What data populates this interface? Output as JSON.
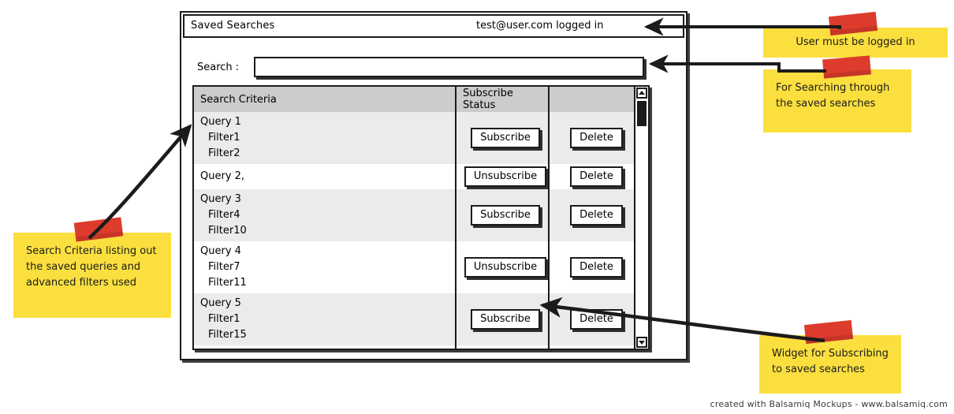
{
  "window": {
    "title": "Saved Searches",
    "login_status": "test@user.com logged in"
  },
  "search": {
    "label": "Search :",
    "value": "",
    "placeholder": ""
  },
  "table": {
    "columns": [
      "Search Criteria",
      "Subscribe Status",
      ""
    ],
    "rows": [
      {
        "query": "Query 1",
        "filters": [
          "Filter1",
          "Filter2"
        ],
        "subscribe_label": "Subscribe",
        "delete_label": "Delete",
        "shaded": true
      },
      {
        "query": "Query 2,",
        "filters": [],
        "subscribe_label": "Unsubscribe",
        "delete_label": "Delete",
        "shaded": false
      },
      {
        "query": "Query 3",
        "filters": [
          "Filter4",
          "Filter10"
        ],
        "subscribe_label": "Subscribe",
        "delete_label": "Delete",
        "shaded": true
      },
      {
        "query": "Query 4",
        "filters": [
          "Filter7",
          "Filter11"
        ],
        "subscribe_label": "Unsubscribe",
        "delete_label": "Delete",
        "shaded": false
      },
      {
        "query": "Query 5",
        "filters": [
          "Filter1",
          "Filter15"
        ],
        "subscribe_label": "Subscribe",
        "delete_label": "Delete",
        "shaded": true
      }
    ]
  },
  "scrollbar": {
    "up_icon": "triangle-up-icon",
    "down_icon": "triangle-down-icon"
  },
  "notes": [
    {
      "id": "logged-in",
      "text": "User must be logged in"
    },
    {
      "id": "searching",
      "line1": "For Searching through",
      "line2": "the saved searches"
    },
    {
      "id": "criteria",
      "line1": "Search Criteria listing out",
      "line2": "the saved queries and",
      "line3": "advanced filters used"
    },
    {
      "id": "widget",
      "line1": "Widget for Subscribing",
      "line2": "to saved searches"
    }
  ],
  "footer": {
    "credit": "created with Balsamiq Mockups - www.balsamiq.com"
  },
  "colors": {
    "note_yellow": "#fbdf3f",
    "tape_red": "#dd3b2c",
    "ink": "#1b1b1b",
    "header_gray": "#cccccc",
    "row_shade": "#ebebeb"
  }
}
